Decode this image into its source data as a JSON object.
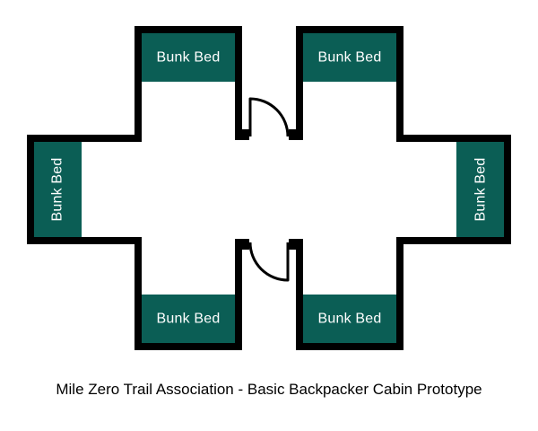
{
  "caption": {
    "text": "Mile Zero Trail Association - Basic Backpacker Cabin Prototype"
  },
  "colors": {
    "background": "#ffffff",
    "wall": "#000000",
    "bed_fill": "#0b5e55",
    "bed_label": "#ffffff",
    "caption_text": "#000000"
  },
  "floor_plan": {
    "beds": [
      {
        "position": "top-left",
        "label": "Bunk Bed"
      },
      {
        "position": "top-right",
        "label": "Bunk Bed"
      },
      {
        "position": "left",
        "label": "Bunk Bed"
      },
      {
        "position": "right",
        "label": "Bunk Bed"
      },
      {
        "position": "bottom-left",
        "label": "Bunk Bed"
      },
      {
        "position": "bottom-right",
        "label": "Bunk Bed"
      }
    ],
    "doors": [
      {
        "position": "front-top",
        "type": "swing-door"
      },
      {
        "position": "back-bottom",
        "type": "swing-door"
      }
    ]
  }
}
